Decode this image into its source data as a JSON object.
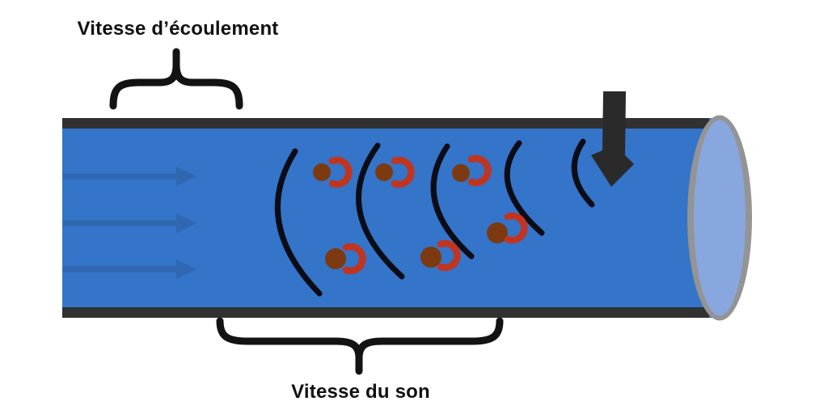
{
  "labels": {
    "flow_velocity": "Vitesse d’écoulement",
    "sound_speed": "Vitesse du son"
  },
  "colors": {
    "background": "#ffffff",
    "pipe_fill": "#3474c9",
    "pipe_wall": "#313131",
    "flow_arrow": "#2f67b0",
    "end_cap_face": "#88a7de",
    "end_cap_rim": "#949494",
    "wavefront": "#0c0c16",
    "particle": "#7d3a10",
    "particle_wake": "#c03520",
    "probe_arrow": "#2a2a2a",
    "brace": "#131313",
    "label_text": "#111111"
  },
  "figure": {
    "flow_arrow_count": 3,
    "wavefront_count": 5,
    "particle_count": 6
  }
}
